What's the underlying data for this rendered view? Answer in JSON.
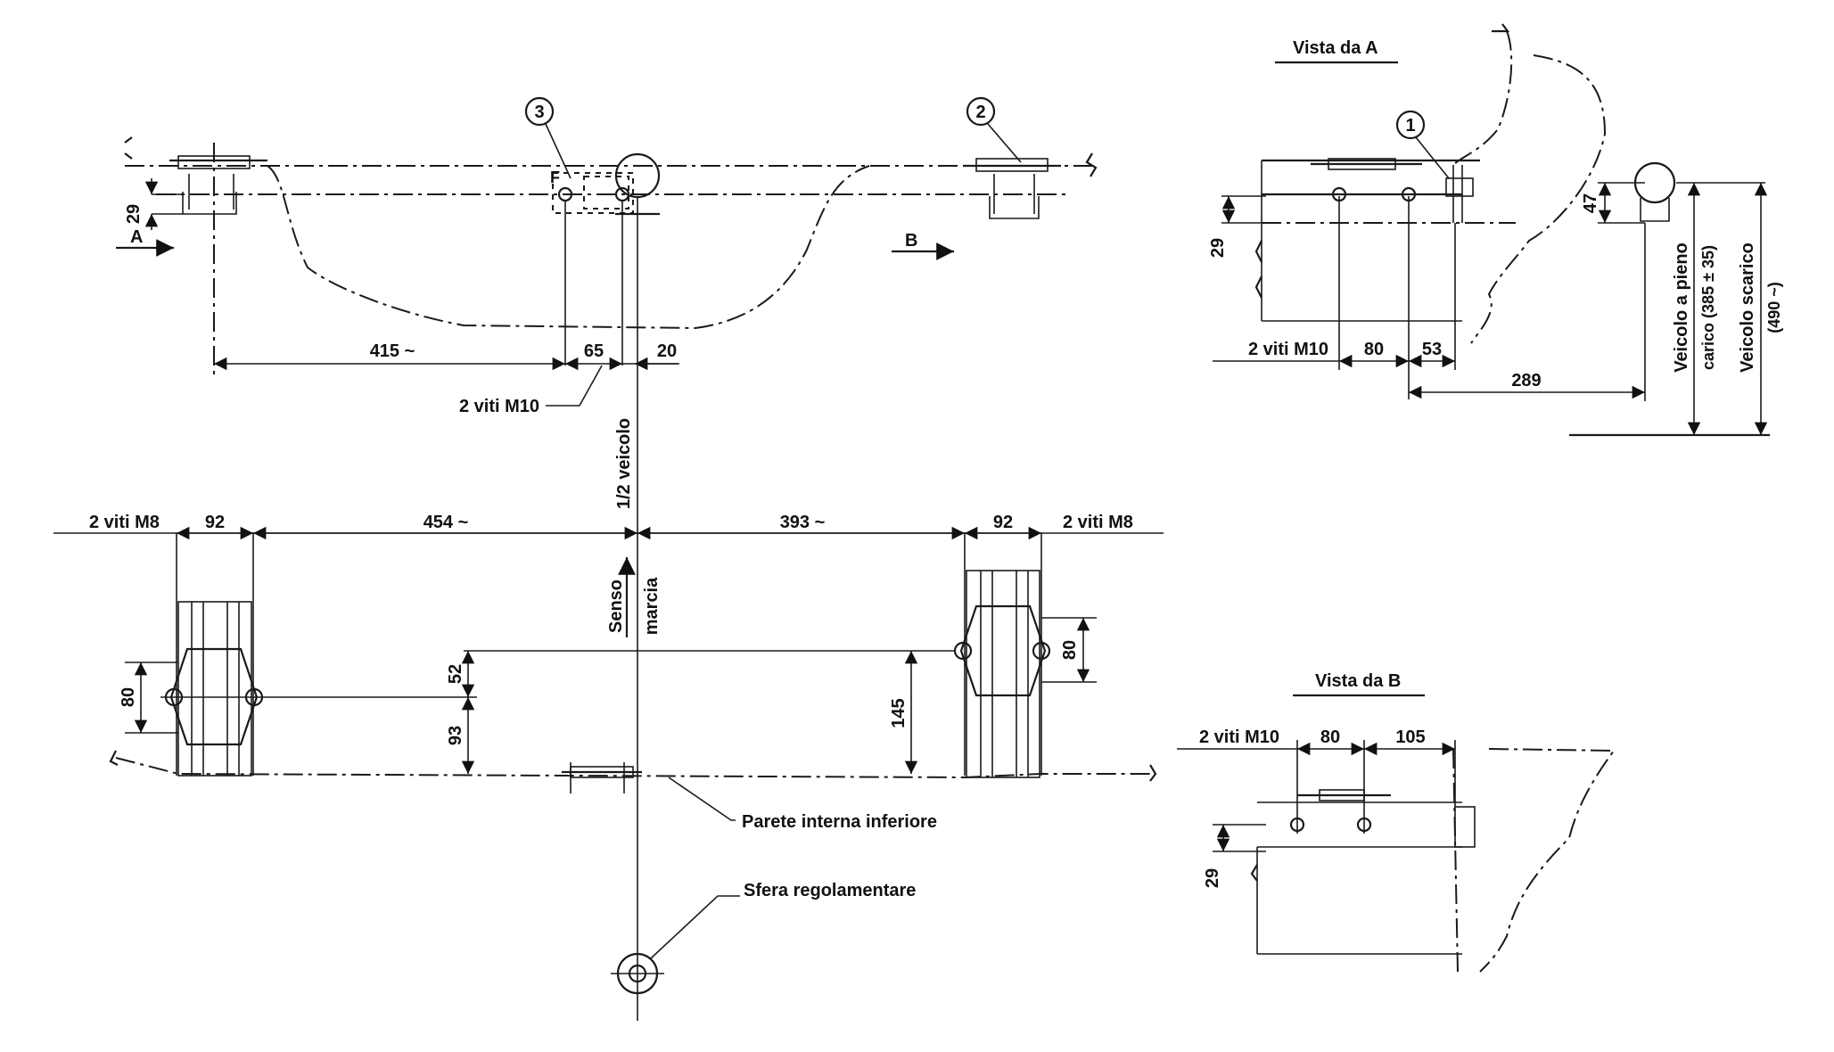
{
  "top_view": {
    "callout_3": "3",
    "callout_2": "2",
    "marker_a": "A",
    "marker_b": "B",
    "marker_f": "F",
    "dim_29": "29",
    "dim_415": "415 ~",
    "dim_65": "65",
    "dim_20": "20",
    "screws_m10": "2 viti M10"
  },
  "axis": {
    "half_vehicle": "1/2 veicolo",
    "direction_1": "Senso",
    "direction_2": "marcia"
  },
  "plan_view": {
    "screws_m8_left": "2 viti M8",
    "screws_m8_right": "2 viti M8",
    "dim_92_left": "92",
    "dim_92_right": "92",
    "dim_454": "454 ~",
    "dim_393": "393 ~",
    "dim_80_left": "80",
    "dim_80_right": "80",
    "dim_52": "52",
    "dim_93": "93",
    "dim_145": "145",
    "inner_wall": "Parete interna inferiore",
    "standard_ball": "Sfera regolamentare"
  },
  "view_a": {
    "title": "Vista da A",
    "callout_1": "1",
    "dim_29": "29",
    "dim_47": "47",
    "screws_m10": "2 viti M10",
    "dim_80": "80",
    "dim_53": "53",
    "dim_289": "289",
    "loaded_1": "Veicolo a pieno",
    "loaded_2": "carico (385 ± 35)",
    "unloaded_1": "Veicolo scarico",
    "unloaded_2": "(490 ~)"
  },
  "view_b": {
    "title": "Vista da B",
    "screws_m10": "2 viti M10",
    "dim_80": "80",
    "dim_105": "105",
    "dim_29": "29"
  }
}
